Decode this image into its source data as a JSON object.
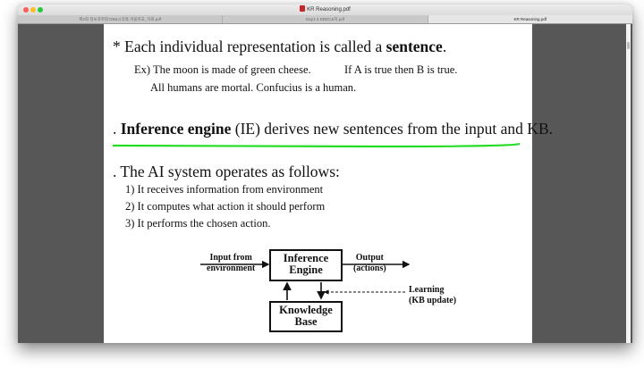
{
  "window": {
    "title": "KR Reasoning.pdf",
    "title_icon": "pdf-document-icon",
    "tabs": [
      {
        "label": "제2회 정보과학회 DB&시각화 겨울학교_자료.pdf",
        "active": false
      },
      {
        "label": "Day1-3 DBDC&지.pdf",
        "active": false
      },
      {
        "label": "KR Reasoning.pdf",
        "active": true
      }
    ]
  },
  "slide": {
    "line1_prefix": "* Each individual representation is called a ",
    "line1_bold": "sentence",
    "line1_suffix": ".",
    "example_a": "Ex) The moon is made of green cheese.",
    "example_b": "If A is true then B is true.",
    "example_c": "All humans are mortal. Confucius is a human.",
    "ie_prefix": ". ",
    "ie_bold": "Inference engine",
    "ie_rest": " (IE) derives new sentences from the input and KB.",
    "ops_heading": ". The AI system operates as follows:",
    "ops": [
      "1) It receives information from environment",
      "2) It computes what action it should perform",
      "3) It performs the chosen action."
    ],
    "annotation_color": "#22dd22",
    "diagram": {
      "input_line1": "Input from",
      "input_line2": "environment",
      "ie_line1": "Inference",
      "ie_line2": "Engine",
      "output_line1": "Output",
      "output_line2": "(actions)",
      "learning_line1": "Learning",
      "learning_line2": "(KB update)",
      "kb_line1": "Knowledge",
      "kb_line2": "Base"
    }
  }
}
